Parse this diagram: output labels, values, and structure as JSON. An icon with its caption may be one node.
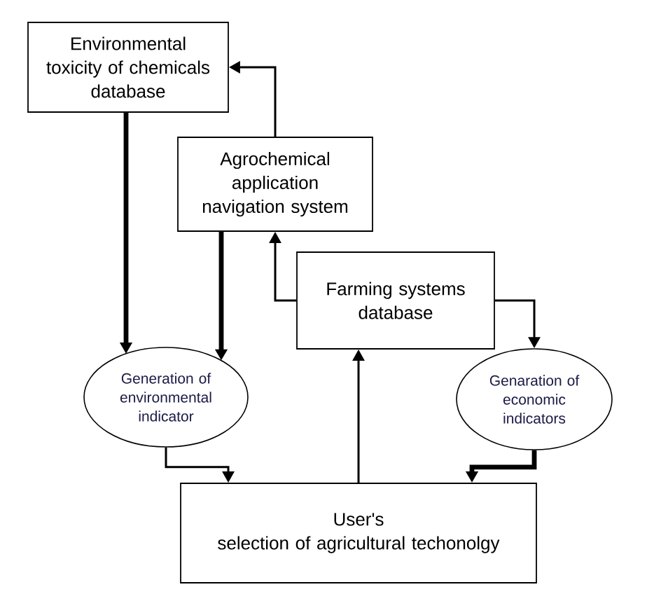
{
  "diagram": {
    "nodes": [
      {
        "text": [
          "Environmental toxicity of chemicals database"
        ]
      },
      {
        "text": [
          "Agrochemical application navigation system"
        ]
      },
      {
        "text": [
          "Farming systems database"
        ]
      },
      {
        "text": [
          "Generation of environmental indicator"
        ]
      },
      {
        "text": [
          "Genaration of economic indicators"
        ]
      },
      {
        "text": [
          "User's selection of agricultural techonolgy"
        ]
      }
    ],
    "edges": [
      {
        "from": 1,
        "to": 0,
        "arrow": "to"
      },
      {
        "from": 0,
        "to": 3,
        "arrow": "to",
        "style": "thick"
      },
      {
        "from": 1,
        "to": 3,
        "arrow": "to",
        "style": "thick"
      },
      {
        "from": 2,
        "to": 1,
        "arrow": "to"
      },
      {
        "from": 2,
        "to": 4,
        "arrow": "to"
      },
      {
        "from": 3,
        "to": 5,
        "arrow": "to"
      },
      {
        "from": 4,
        "to": 5,
        "arrow": "to",
        "style": "thick"
      },
      {
        "from": 5,
        "to": 2,
        "arrow": "to"
      }
    ]
  }
}
